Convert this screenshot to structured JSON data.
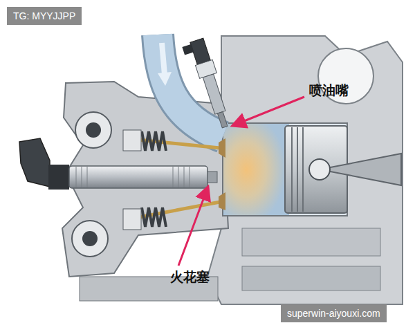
{
  "diagram": {
    "labels": [
      "TG: MYYJJPP",
      "喷油嘴",
      "火花塞",
      "superwin-aiyouxi.com"
    ]
  }
}
